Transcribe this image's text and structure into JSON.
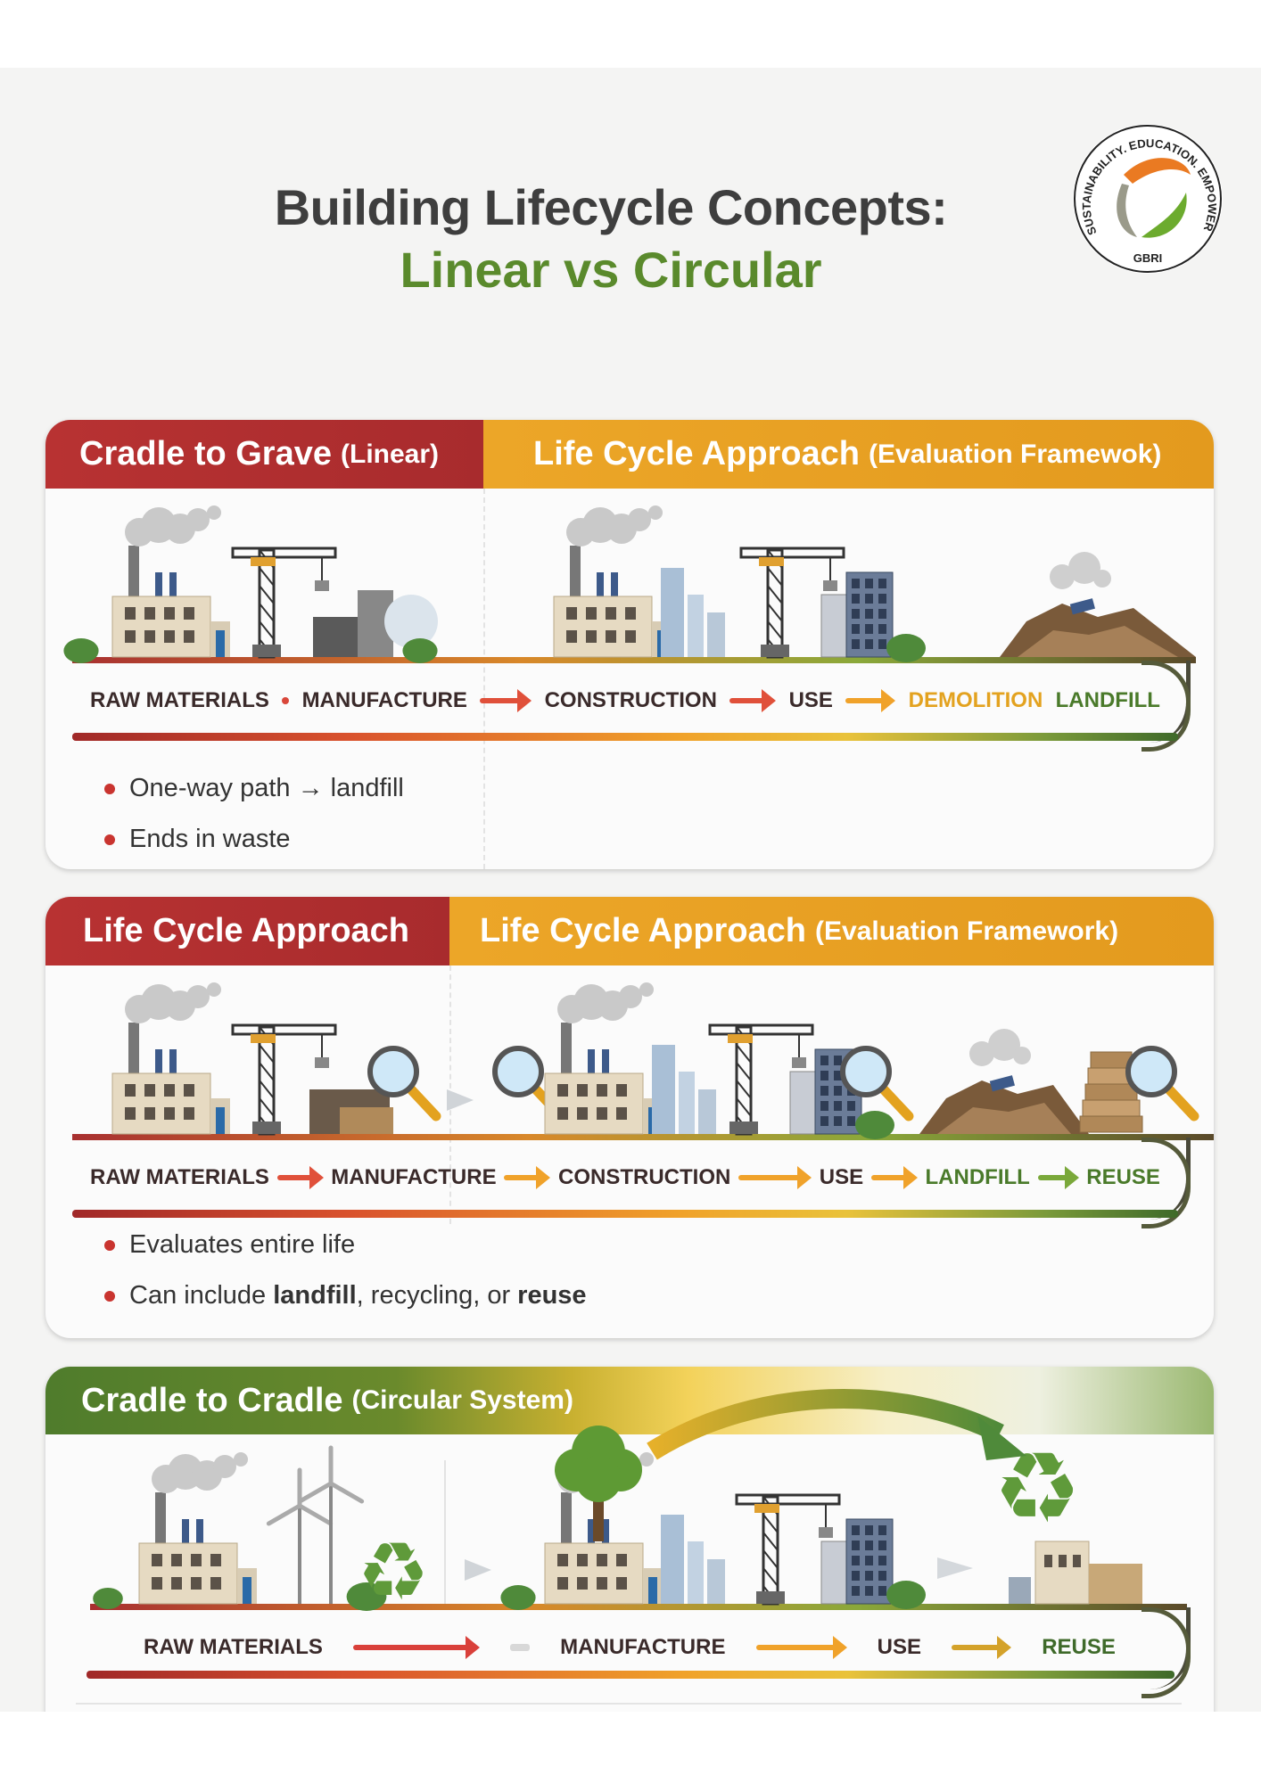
{
  "title": {
    "line1": "Building Lifecycle Concepts:",
    "line2": "Linear vs Circular"
  },
  "logo": {
    "ring_text": "SUSTAINABILITY. EDUCATION. EMPOWERMENT",
    "bottom_text": "GBRI"
  },
  "colors": {
    "red": "#b32f2f",
    "orange": "#e9a224",
    "green": "#4f7f2c",
    "text": "#3a2a2a"
  },
  "cards": [
    {
      "header_left": {
        "main": "Cradle to Grave",
        "sub": "(Linear)"
      },
      "header_right": {
        "main": "Life Cycle Approach",
        "sub": "(Evaluation Framewok)"
      },
      "flow": [
        {
          "type": "label",
          "text": "RAW MATERIALS",
          "color": "#3a2a2a"
        },
        {
          "type": "dot",
          "color": "#d9473a"
        },
        {
          "type": "label",
          "text": "MANUFACTURE",
          "color": "#3a2a2a"
        },
        {
          "type": "arrow",
          "color": "#e0503a"
        },
        {
          "type": "label",
          "text": "CONSTRUCTION",
          "color": "#3a2a2a"
        },
        {
          "type": "arrow",
          "color": "#e0503a"
        },
        {
          "type": "label",
          "text": "USE",
          "color": "#3a2a2a"
        },
        {
          "type": "arrow",
          "color": "#f0a22a"
        },
        {
          "type": "label",
          "text": "DEMOLITION",
          "color": "#e3a21f"
        },
        {
          "type": "label",
          "text": "LANDFILL",
          "color": "#4a7a2a"
        }
      ],
      "bullets": [
        [
          {
            "text": "One-way path → landfill",
            "bold": false
          }
        ],
        [
          {
            "text": "Ends in waste",
            "bold": false
          }
        ]
      ]
    },
    {
      "header_left": {
        "main": "Life Cycle Approach",
        "sub": ""
      },
      "header_right": {
        "main": "Life Cycle Approach",
        "sub": "(Evaluation Framework)"
      },
      "flow": [
        {
          "type": "label",
          "text": "RAW MATERIALS",
          "color": "#3a2a2a"
        },
        {
          "type": "arrow",
          "color": "#e0503a"
        },
        {
          "type": "label",
          "text": "MANUFACTURE",
          "color": "#3a2a2a"
        },
        {
          "type": "arrow",
          "color": "#f0a22a"
        },
        {
          "type": "label",
          "text": "CONSTRUCTION",
          "color": "#3a2a2a"
        },
        {
          "type": "arrow",
          "color": "#f0a22a"
        },
        {
          "type": "label",
          "text": "USE",
          "color": "#3a2a2a"
        },
        {
          "type": "arrow",
          "color": "#f0a22a"
        },
        {
          "type": "label",
          "text": "LANDFILL",
          "color": "#4a7a2a"
        },
        {
          "type": "arrow",
          "color": "#7aa83a"
        },
        {
          "type": "label",
          "text": "REUSE",
          "color": "#4a7a2a"
        }
      ],
      "bullets": [
        [
          {
            "text": "Evaluates entire life",
            "bold": false
          }
        ],
        [
          {
            "text": "Can include ",
            "bold": false
          },
          {
            "text": "landfill",
            "bold": true
          },
          {
            "text": ", recycling, or ",
            "bold": false
          },
          {
            "text": "reuse",
            "bold": true
          }
        ]
      ]
    },
    {
      "header_left": {
        "main": "Cradle to Cradle",
        "sub": "(Circular System)"
      },
      "flow": [
        {
          "type": "label",
          "text": "RAW MATERIALS",
          "color": "#3a2a2a"
        },
        {
          "type": "arrow",
          "color": "#d9403a"
        },
        {
          "type": "dash",
          "color": "#d8d8d8"
        },
        {
          "type": "label",
          "text": "MANUFACTURE",
          "color": "#3a2a2a"
        },
        {
          "type": "arrow",
          "color": "#f0a22a"
        },
        {
          "type": "label",
          "text": "USE",
          "color": "#3a2a2a"
        },
        {
          "type": "arrow",
          "color": "#d4a22a"
        },
        {
          "type": "label",
          "text": "REUSE",
          "color": "#3f6a2a"
        }
      ]
    }
  ]
}
